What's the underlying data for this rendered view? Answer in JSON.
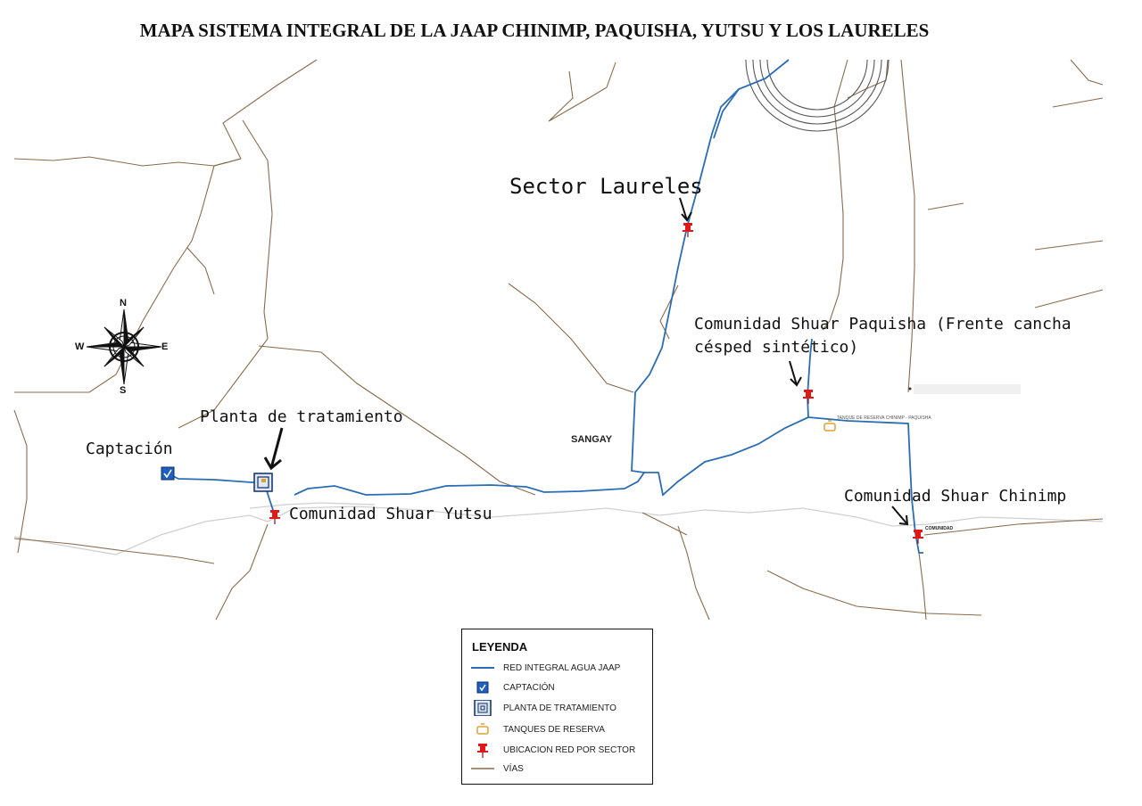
{
  "title": "MAPA SISTEMA INTEGRAL DE LA JAAP CHINIMP, PAQUISHA, YUTSU Y LOS LAURELES",
  "labels": {
    "laureles": "Sector Laureles",
    "paquisha_line1": "Comunidad Shuar Paquisha (Frente cancha",
    "paquisha_line2": "césped sintético)",
    "planta": "Planta de tratamiento",
    "captacion": "Captación",
    "yutsu": "Comunidad Shuar Yutsu",
    "chinimp": "Comunidad Shuar Chinimp",
    "sangay": "SANGAY",
    "tanque_small": "TANQUE DE RESERVA CHINIMP - PAQUISHA",
    "comunidad_small": "COMUNIDAD"
  },
  "compass": {
    "n": "N",
    "s": "S",
    "e": "E",
    "w": "W",
    "icon": "compass-rose-icon"
  },
  "legend": {
    "heading": "LEYENDA",
    "items": [
      {
        "label": "RED INTEGRAL AGUA JAAP",
        "icon": "water-network-line-icon"
      },
      {
        "label": "CAPTACIÓN",
        "icon": "intake-checkbox-icon"
      },
      {
        "label": "PLANTA DE TRATAMIENTO",
        "icon": "treatment-plant-icon"
      },
      {
        "label": "TANQUES DE RESERVA",
        "icon": "reserve-tank-icon"
      },
      {
        "label": "UBICACION RED POR SECTOR",
        "icon": "red-pushpin-icon"
      },
      {
        "label": "VÍAS",
        "icon": "road-line-icon"
      }
    ]
  },
  "colors": {
    "water_network": "#2a6db5",
    "roads": "#8b6a4a",
    "river": "#cccccc",
    "intake": "#1f5fbf",
    "tank": "#e0a030",
    "pin": "#e01818"
  }
}
